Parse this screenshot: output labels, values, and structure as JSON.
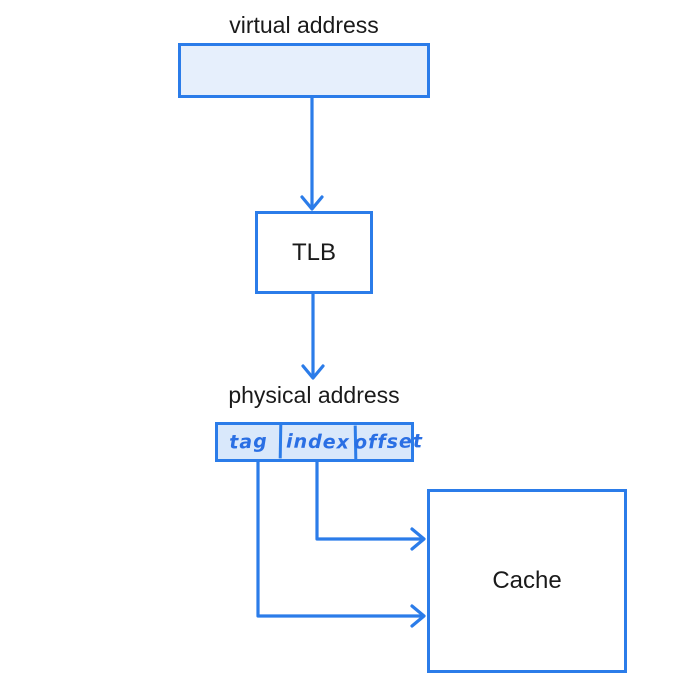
{
  "colors": {
    "accent": "#2b7ce9",
    "va-fill": "#e6effc",
    "pa-fill": "#d9e8fb",
    "box-fill": "#ffffff",
    "ink": "#1a1a1a",
    "hand-ink": "#2a6fe4",
    "canvas-bg": "#ffffff"
  },
  "diagram": {
    "virtual_address_label": "virtual address",
    "tlb_label": "TLB",
    "physical_address_label": "physical address",
    "cache_label": "Cache",
    "fields": [
      {
        "label": "tag"
      },
      {
        "label": "index"
      },
      {
        "label": "offset"
      }
    ]
  }
}
